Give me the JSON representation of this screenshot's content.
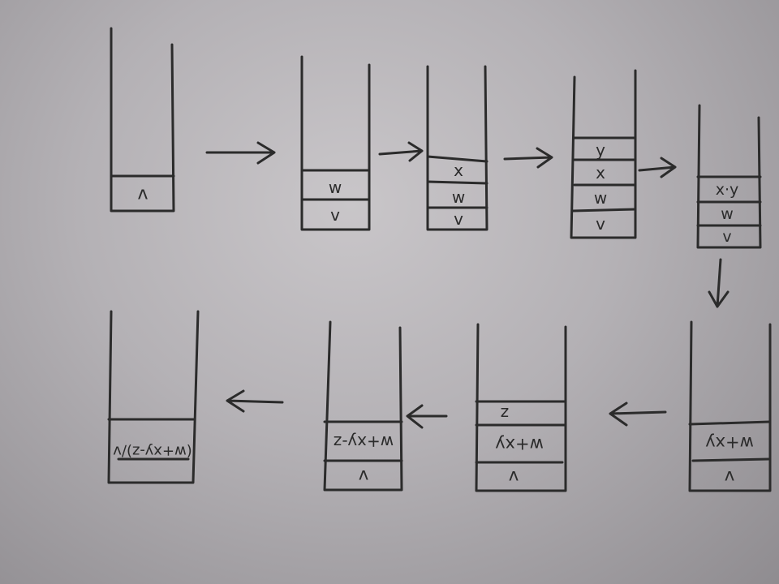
{
  "stacks": [
    {
      "id": "stack-1",
      "cells": [
        "v"
      ]
    },
    {
      "id": "stack-2",
      "cells": [
        "w",
        "v"
      ]
    },
    {
      "id": "stack-3",
      "cells": [
        "x",
        "w",
        "v"
      ]
    },
    {
      "id": "stack-4",
      "cells": [
        "y",
        "x",
        "w",
        "v"
      ]
    },
    {
      "id": "stack-5",
      "cells": [
        "x·y",
        "w",
        "v"
      ]
    },
    {
      "id": "stack-6",
      "cells": [
        "w+xy",
        "v"
      ]
    },
    {
      "id": "stack-7",
      "cells": [
        "z",
        "w+xy",
        "v"
      ]
    },
    {
      "id": "stack-8",
      "cells": [
        "w+xy-z",
        "v"
      ]
    },
    {
      "id": "stack-9",
      "cells": [
        "(w+xy-z)/v"
      ]
    }
  ],
  "colors": {
    "ink": "#2b2b2b",
    "paper": "#bdbabe"
  }
}
